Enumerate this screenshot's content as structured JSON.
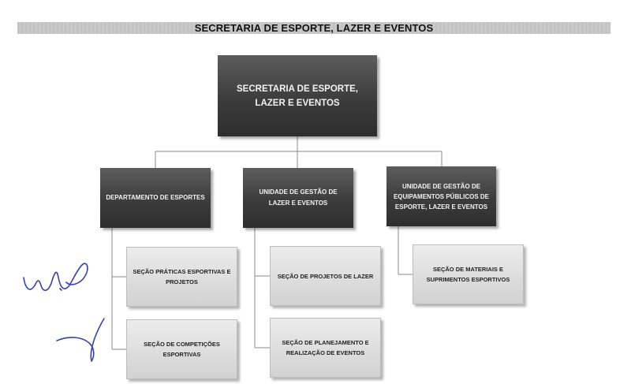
{
  "header": {
    "title": "SECRETARIA DE ESPORTE, LAZER E EVENTOS"
  },
  "org": {
    "root": "SECRETARIA DE ESPORTE, LAZER E EVENTOS",
    "dept_esportes": "DEPARTAMENTO DE ESPORTES",
    "unid_lazer": "UNIDADE DE GESTÃO DE LAZER  E EVENTOS",
    "unid_equipamentos": "UNIDADE DE GESTÃO DE EQUIPAMENTOS PÚBLICOS DE ESPORTE, LAZER E EVENTOS",
    "sec_praticas": "SEÇÃO PRÁTICAS ESPORTIVAS E PROJETOS",
    "sec_competicoes": "SEÇÃO  DE COMPETIÇÕES ESPORTIVAS",
    "sec_projetos_lazer": "SEÇÃO DE PROJETOS DE LAZER",
    "sec_planejamento": "SEÇÃO DE PLANEJAMENTO E REALIZAÇÃO DE EVENTOS",
    "sec_materiais": "SEÇÃO DE MATERIAIS E SUPRIMENTOS ESPORTIVOS"
  },
  "colors": {
    "dark_node": "#3c3c3c",
    "light_node": "#dcdcdc",
    "connector": "#8a8a8a",
    "signature_ink": "#3a3fb0"
  }
}
